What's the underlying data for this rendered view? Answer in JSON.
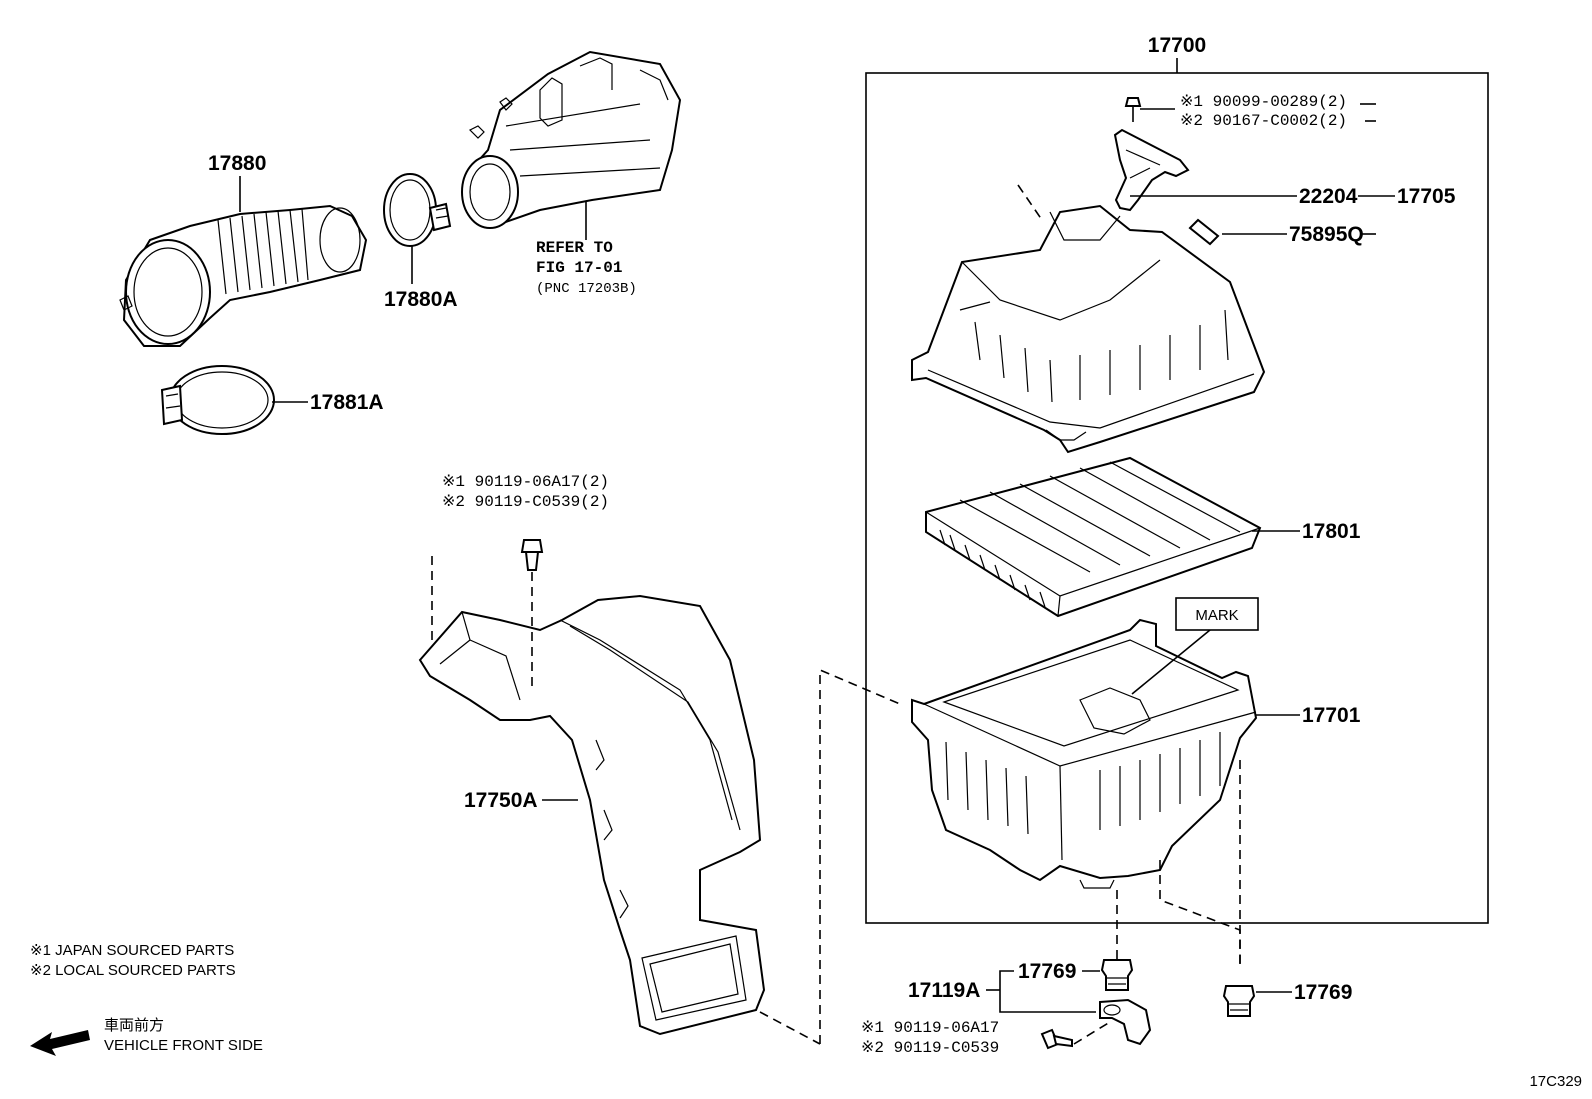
{
  "figure_code": "17C329",
  "parts": {
    "p17700": "17700",
    "p17705": "17705",
    "p22204": "22204",
    "p75895q": "75895Q",
    "p17801": "17801",
    "p17701": "17701",
    "p17769a": "17769",
    "p17769b": "17769",
    "p17119a": "17119A",
    "p17880": "17880",
    "p17880a": "17880A",
    "p17881a": "17881A",
    "p17750a": "17750A"
  },
  "bolts": {
    "top_right_1": "※1  90099-00289(2)",
    "top_right_2": "※2  90167-C0002(2)",
    "duct_1": "※1  90119-06A17(2)",
    "duct_2": "※2  90119-C0539(2)",
    "bottom_1": "※1  90119-06A17",
    "bottom_2": "※2  90119-C0539"
  },
  "refer": {
    "line1": "REFER TO",
    "line2": "FIG 17-01",
    "line3": "(PNC 17203B)"
  },
  "mark_label": "MARK",
  "legend": {
    "note1": "※1  JAPAN SOURCED PARTS",
    "note2": "※2  LOCAL SOURCED PARTS",
    "front_jp": "車両前方",
    "front_en": "VEHICLE FRONT SIDE"
  }
}
